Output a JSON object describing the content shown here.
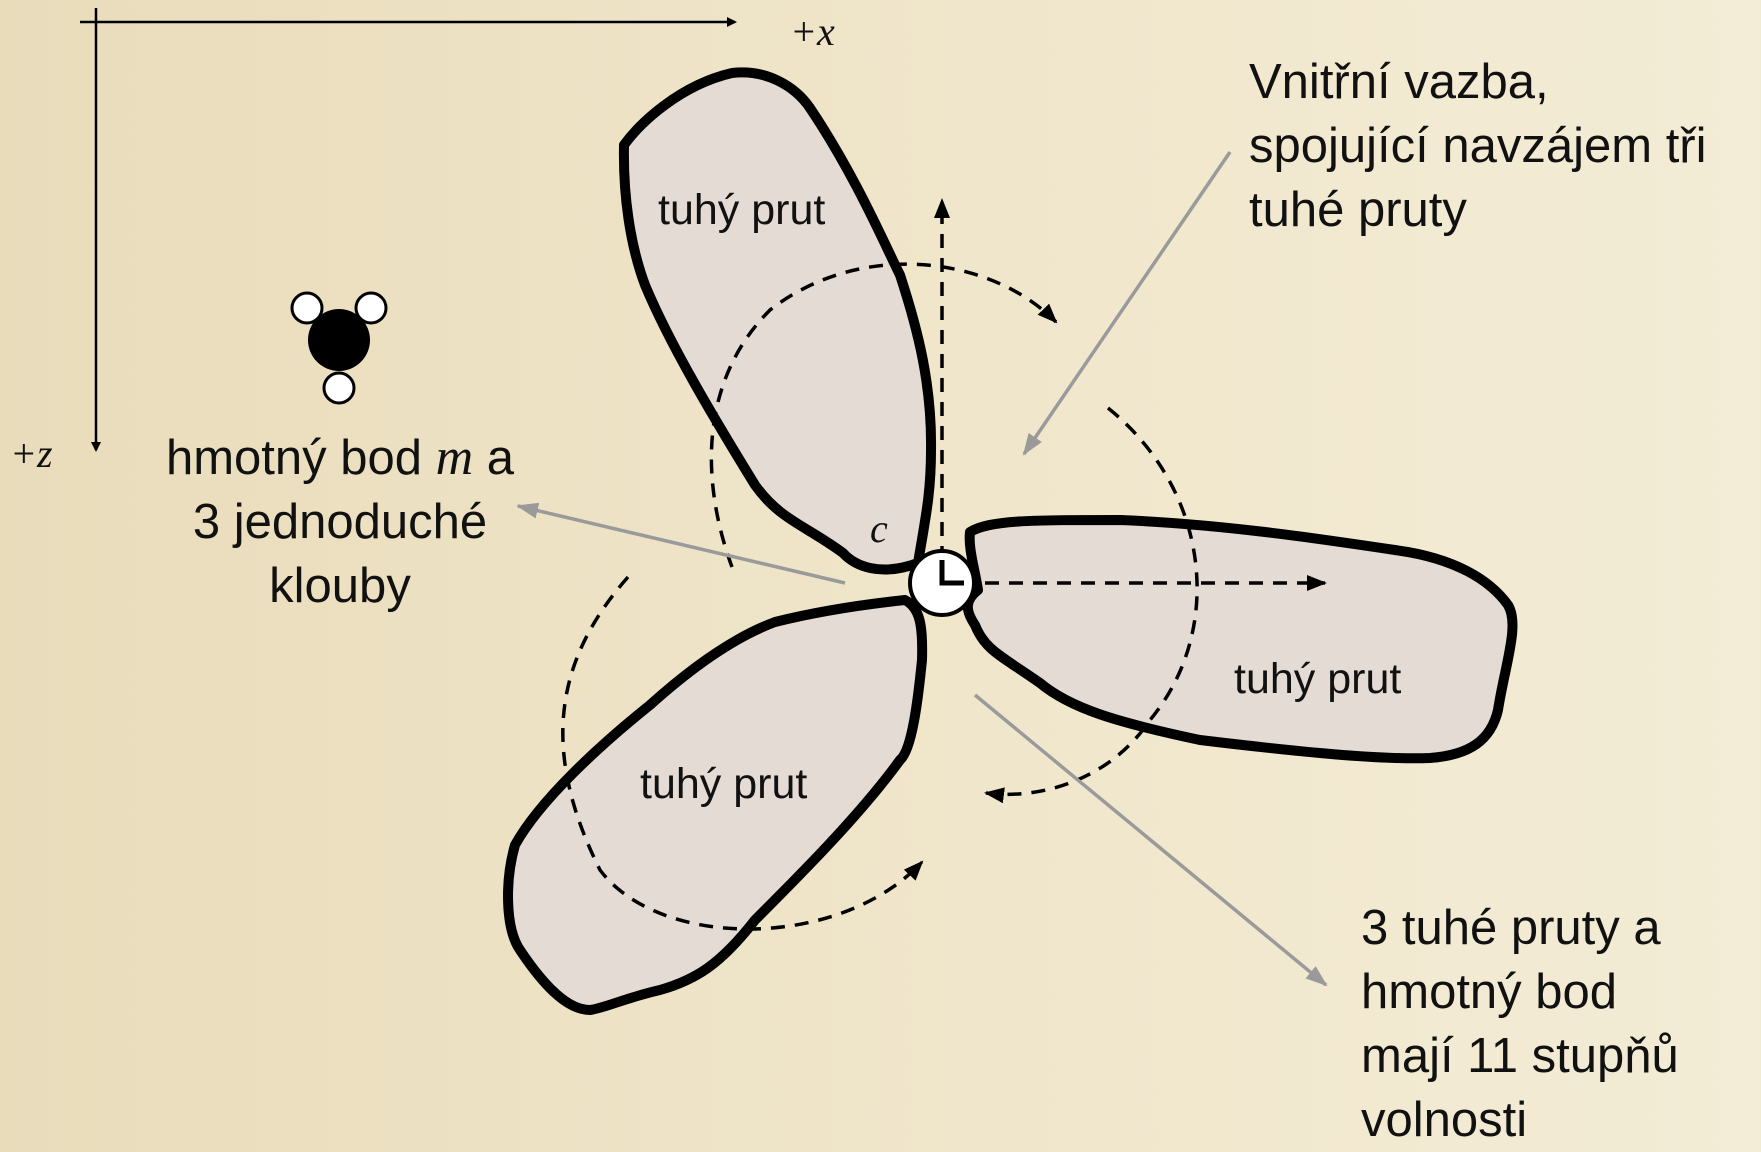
{
  "axes": {
    "x_label": "+x",
    "z_label": "+z"
  },
  "annotations": {
    "internal_bond": [
      "Vnitřní vazba,",
      "spojující navzájem tři",
      "tuhé pruty"
    ],
    "point_mass": {
      "line1_pre": "hmotný bod ",
      "line1_var": "m",
      "line1_post": " a",
      "line2": "3 jednoduché",
      "line3": "klouby"
    },
    "degrees_of_freedom": [
      "3 tuhé pruty a",
      "hmotný bod",
      "mají 11 stupňů",
      "volnosti"
    ]
  },
  "bars": {
    "upper": "tuhý prut",
    "right": "tuhý prut",
    "lower": "tuhý prut"
  },
  "center_label": "c",
  "colors": {
    "bar_fill": "#e4dbd4",
    "outline": "#000000",
    "leader": "#9a9a9a"
  }
}
